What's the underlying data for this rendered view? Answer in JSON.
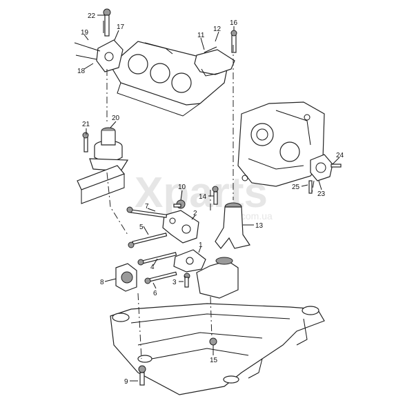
{
  "watermark": {
    "main": "Xparts",
    "sub": ".com.ua"
  },
  "callouts": [
    {
      "id": "c22",
      "label": "22"
    },
    {
      "id": "c19",
      "label": "19"
    },
    {
      "id": "c17",
      "label": "17"
    },
    {
      "id": "c18",
      "label": "18"
    },
    {
      "id": "c11",
      "label": "11"
    },
    {
      "id": "c12",
      "label": "12"
    },
    {
      "id": "c16",
      "label": "16"
    },
    {
      "id": "c20",
      "label": "20"
    },
    {
      "id": "c21",
      "label": "21"
    },
    {
      "id": "c24",
      "label": "24"
    },
    {
      "id": "c23",
      "label": "23"
    },
    {
      "id": "c25",
      "label": "25"
    },
    {
      "id": "c10",
      "label": "10"
    },
    {
      "id": "c14",
      "label": "14"
    },
    {
      "id": "c7",
      "label": "7"
    },
    {
      "id": "c2",
      "label": "2"
    },
    {
      "id": "c5",
      "label": "5"
    },
    {
      "id": "c13",
      "label": "13"
    },
    {
      "id": "c1",
      "label": "1"
    },
    {
      "id": "c4",
      "label": "4"
    },
    {
      "id": "c8",
      "label": "8"
    },
    {
      "id": "c3",
      "label": "3"
    },
    {
      "id": "c6",
      "label": "6"
    },
    {
      "id": "c15",
      "label": "15"
    },
    {
      "id": "c9",
      "label": "9"
    }
  ]
}
